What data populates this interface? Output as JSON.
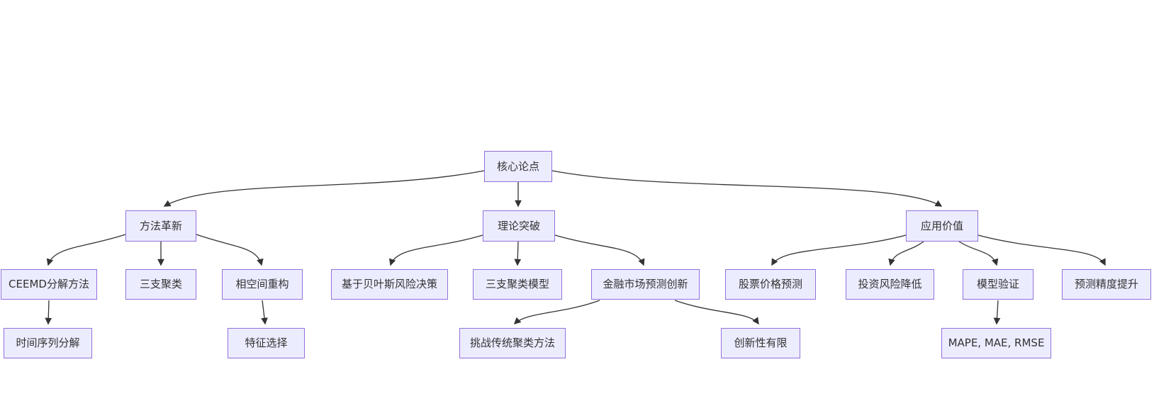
{
  "diagram": {
    "type": "flowchart-top-down",
    "background_color": "#ffffff",
    "colors": {
      "node_fill": "#ECECFF",
      "node_border": "#9370DB",
      "edge": "#333333",
      "text": "#333333"
    },
    "nodes": [
      {
        "id": "core_thesis",
        "level": 0,
        "label": "核心论点"
      },
      {
        "id": "method_innovation",
        "level": 1,
        "label": "方法革新"
      },
      {
        "id": "theory_breakthrough",
        "level": 1,
        "label": "理论突破"
      },
      {
        "id": "application_value",
        "level": 1,
        "label": "应用价值"
      },
      {
        "id": "ceemd_decomposition",
        "level": 2,
        "label": "CEEMD分解方法"
      },
      {
        "id": "three_way_clustering",
        "level": 2,
        "label": "三支聚类"
      },
      {
        "id": "phase_space_reconstruction",
        "level": 2,
        "label": "相空间重构"
      },
      {
        "id": "bayesian_risk_decision",
        "level": 2,
        "label": "基于贝叶斯风险决策"
      },
      {
        "id": "three_way_clustering_model",
        "level": 2,
        "label": "三支聚类模型"
      },
      {
        "id": "financial_market_prediction",
        "level": 2,
        "label": "金融市场预测创新"
      },
      {
        "id": "stock_price_prediction",
        "level": 2,
        "label": "股票价格预测"
      },
      {
        "id": "investment_risk_reduction",
        "level": 2,
        "label": "投资风险降低"
      },
      {
        "id": "model_validation",
        "level": 2,
        "label": "模型验证"
      },
      {
        "id": "prediction_accuracy_improvement",
        "level": 2,
        "label": "预测精度提升"
      },
      {
        "id": "time_series_decomposition",
        "level": 3,
        "label": "时间序列分解"
      },
      {
        "id": "feature_selection",
        "level": 3,
        "label": "特征选择"
      },
      {
        "id": "challenge_traditional_clustering",
        "level": 3,
        "label": "挑战传统聚类方法"
      },
      {
        "id": "limited_innovation",
        "level": 3,
        "label": "创新性有限"
      },
      {
        "id": "evaluation_metrics",
        "level": 3,
        "label": "MAPE, MAE, RMSE"
      }
    ],
    "edges": [
      {
        "from": "core_thesis",
        "to": "method_innovation"
      },
      {
        "from": "core_thesis",
        "to": "theory_breakthrough"
      },
      {
        "from": "core_thesis",
        "to": "application_value"
      },
      {
        "from": "method_innovation",
        "to": "ceemd_decomposition"
      },
      {
        "from": "method_innovation",
        "to": "three_way_clustering"
      },
      {
        "from": "method_innovation",
        "to": "phase_space_reconstruction"
      },
      {
        "from": "theory_breakthrough",
        "to": "bayesian_risk_decision"
      },
      {
        "from": "theory_breakthrough",
        "to": "three_way_clustering_model"
      },
      {
        "from": "theory_breakthrough",
        "to": "financial_market_prediction"
      },
      {
        "from": "application_value",
        "to": "stock_price_prediction"
      },
      {
        "from": "application_value",
        "to": "investment_risk_reduction"
      },
      {
        "from": "application_value",
        "to": "model_validation"
      },
      {
        "from": "application_value",
        "to": "prediction_accuracy_improvement"
      },
      {
        "from": "ceemd_decomposition",
        "to": "time_series_decomposition"
      },
      {
        "from": "phase_space_reconstruction",
        "to": "feature_selection"
      },
      {
        "from": "financial_market_prediction",
        "to": "challenge_traditional_clustering"
      },
      {
        "from": "financial_market_prediction",
        "to": "limited_innovation"
      },
      {
        "from": "model_validation",
        "to": "evaluation_metrics"
      }
    ]
  }
}
